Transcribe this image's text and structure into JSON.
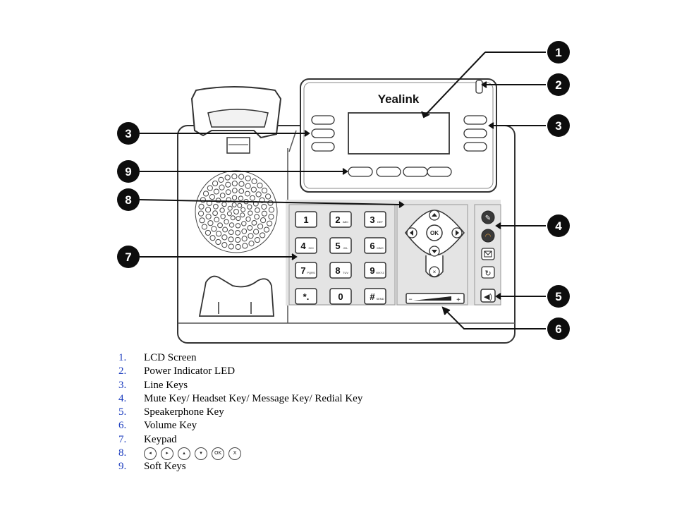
{
  "phone": {
    "brand": "Yealink",
    "keypad": [
      {
        "num": "1",
        "sub": ""
      },
      {
        "num": "2",
        "sub": "ABC"
      },
      {
        "num": "3",
        "sub": "DEF"
      },
      {
        "num": "4",
        "sub": "GHI"
      },
      {
        "num": "5",
        "sub": "JKL"
      },
      {
        "num": "6",
        "sub": "MNO"
      },
      {
        "num": "7",
        "sub": "PQRS"
      },
      {
        "num": "8",
        "sub": "TUV"
      },
      {
        "num": "9",
        "sub": "WXYZ"
      },
      {
        "num": "*.",
        "sub": ""
      },
      {
        "num": "0",
        "sub": ""
      },
      {
        "num": "#",
        "sub": "SEND"
      }
    ],
    "nav_ok": "OK",
    "volume_minus": "−",
    "volume_plus": "+"
  },
  "callouts": [
    "1",
    "2",
    "3",
    "3",
    "4",
    "5",
    "6",
    "7",
    "8",
    "9"
  ],
  "legend": [
    {
      "num": "1.",
      "text": "LCD Screen"
    },
    {
      "num": "2.",
      "text": "Power Indicator LED"
    },
    {
      "num": "3.",
      "text": "Line Keys"
    },
    {
      "num": "4.",
      "text": "Mute Key/ Headset Key/ Message Key/ Redial Key"
    },
    {
      "num": "5.",
      "text": "Speakerphone Key"
    },
    {
      "num": "6.",
      "text": "Volume Key"
    },
    {
      "num": "7.",
      "text": "Keypad"
    },
    {
      "num": "8.",
      "text": ""
    },
    {
      "num": "9.",
      "text": "Soft Keys"
    }
  ],
  "legend_nav_icons": [
    "◂",
    "▸",
    "▴",
    "▾",
    "OK",
    "X"
  ]
}
